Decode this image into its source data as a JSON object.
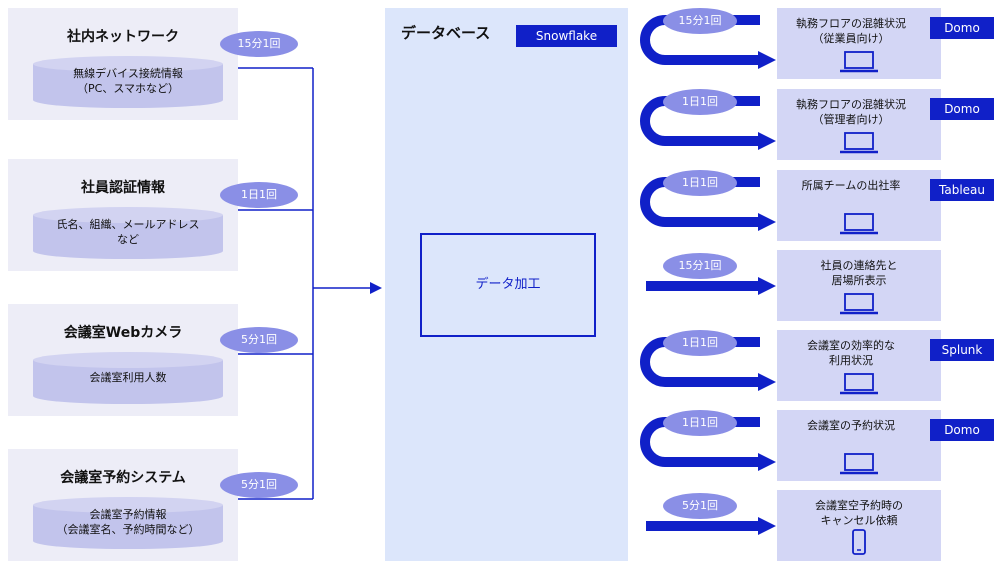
{
  "sources": [
    {
      "title": "社内ネットワーク",
      "data": "無線デバイス接続情報\n（PC、スマホなど）",
      "freq": "15分1回"
    },
    {
      "title": "社員認証情報",
      "data": "氏名、組織、メールアドレス\nなど",
      "freq": "1日1回"
    },
    {
      "title": "会議室Webカメラ",
      "data": "会議室利用人数",
      "freq": "5分1回"
    },
    {
      "title": "会議室予約システム",
      "data": "会議室予約情報\n（会議室名、予約時間など）",
      "freq": "5分1回"
    }
  ],
  "database": {
    "title": "データベース",
    "platform": "Snowflake",
    "process": "データ加工"
  },
  "outputs": [
    {
      "label": "執務フロアの混雑状況\n（従業員向け）",
      "tool": "Domo",
      "freq": "15分1回",
      "device": "laptop-icon",
      "flow": "u-turn"
    },
    {
      "label": "執務フロアの混雑状況\n（管理者向け）",
      "tool": "Domo",
      "freq": "1日1回",
      "device": "laptop-icon",
      "flow": "u-turn"
    },
    {
      "label": "所属チームの出社率",
      "tool": "Tableau",
      "freq": "1日1回",
      "device": "laptop-icon",
      "flow": "u-turn"
    },
    {
      "label": "社員の連絡先と\n居場所表示",
      "tool": "",
      "freq": "15分1回",
      "device": "laptop-icon",
      "flow": "straight"
    },
    {
      "label": "会議室の効率的な\n利用状況",
      "tool": "Splunk",
      "freq": "1日1回",
      "device": "laptop-icon",
      "flow": "u-turn"
    },
    {
      "label": "会議室の予約状況",
      "tool": "Domo",
      "freq": "1日1回",
      "device": "laptop-icon",
      "flow": "u-turn"
    },
    {
      "label": "会議室空予約時の\nキャンセル依頼",
      "tool": "",
      "freq": "5分1回",
      "device": "smartphone-icon",
      "flow": "straight"
    }
  ],
  "colors": {
    "accent": "#1020c8",
    "panel": "#ededf7",
    "cylinder": "#c2c4ec",
    "badge": "#8a8fe6",
    "database": "#dce6fb",
    "output": "#d3d6f5"
  }
}
